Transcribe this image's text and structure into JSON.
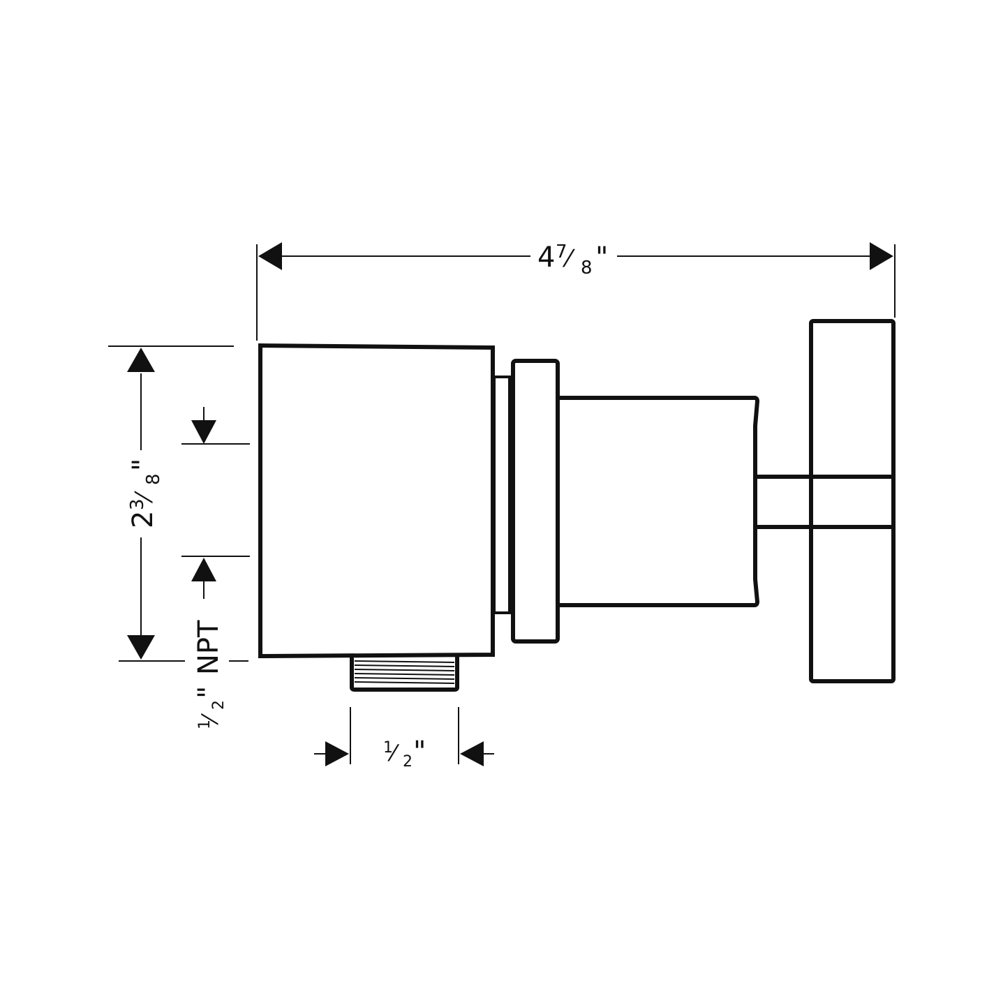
{
  "dimensions": {
    "overall_width": {
      "whole": "4",
      "num": "7",
      "den": "8",
      "unit": "\""
    },
    "overall_height": {
      "whole": "2",
      "num": "3",
      "den": "8",
      "unit": "\""
    },
    "thread_size": {
      "num": "1",
      "den": "2",
      "unit": "\"",
      "suffix": "NPT"
    },
    "outlet_width": {
      "num": "1",
      "den": "2",
      "unit": "\""
    }
  },
  "colors": {
    "line": "#111111",
    "background": "#ffffff"
  }
}
